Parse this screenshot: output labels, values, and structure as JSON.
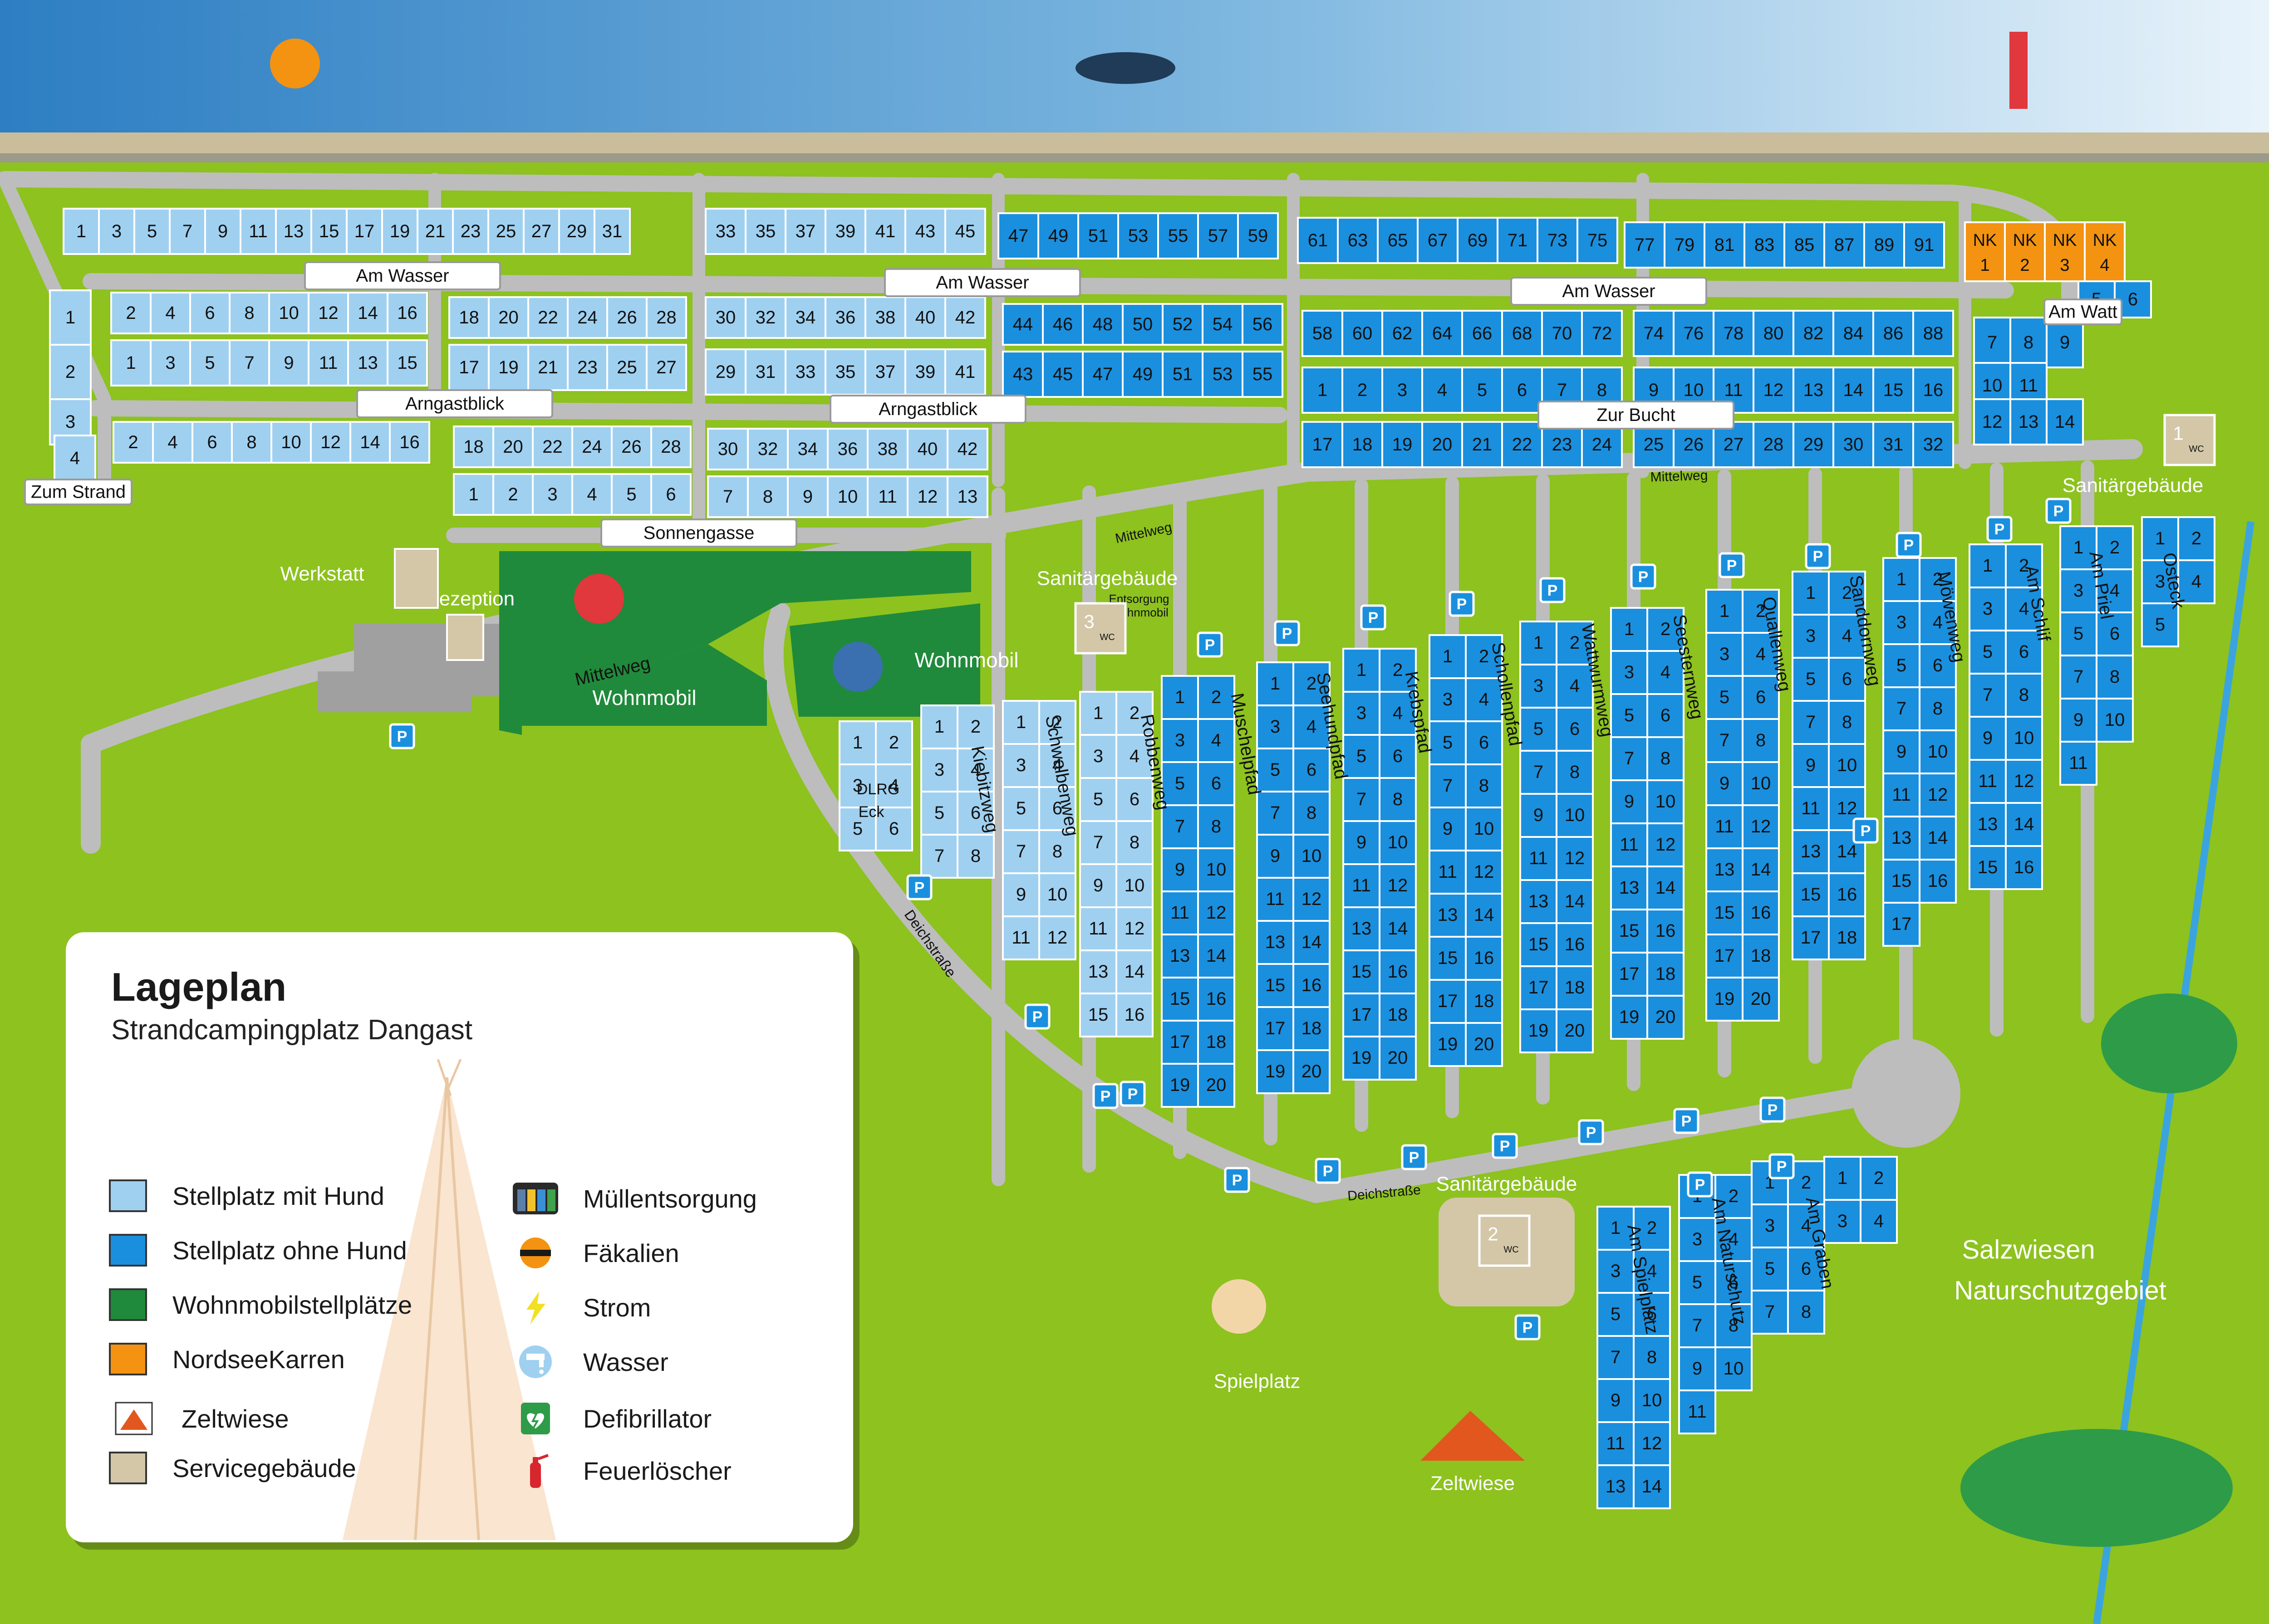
{
  "map": {
    "streets": {
      "am_wasser": "Am Wasser",
      "arngastblick": "Arngastblick",
      "sonnengasse": "Sonnengasse",
      "zur_bucht": "Zur Bucht",
      "am_watt": "Am Watt",
      "zum_strand": "Zum Strand",
      "mittelweg": "Mittelweg",
      "deichstrasse": "Deichstraße",
      "kiebitzweg": "Kiebitzweg",
      "schwalbenweg": "Schwalbenweg",
      "robbenweg": "Robbenweg",
      "muschelpfad": "Muschelpfad",
      "seehundpfad": "Seehundpfad",
      "krebspfad": "Krebspfad",
      "schollenpfad": "Schollenpfad",
      "wattwurmweg": "Wattwurmweg",
      "seesternweg": "Seesternweg",
      "quallenweg": "Quallenweg",
      "sanddornweg": "Sanddornweg",
      "moewenweg": "Möwenweg",
      "am_schlif": "Am Schlif",
      "am_priel": "Am Priel",
      "osteck": "Osteck",
      "am_spielplatz": "Am Spielplatz",
      "am_naturschutz": "Am Naturschutz",
      "am_graben": "Am Graben"
    },
    "places": {
      "werkstatt": "Werkstatt",
      "rezeption": "Rezeption",
      "wohnmobil": "Wohnmobil",
      "sanitaer": "Sanitärgebäude",
      "sanitaer_1": "1",
      "sanitaer_2": "2",
      "sanitaer_3": "3",
      "entsorgung_1": "Entsorgung",
      "entsorgung_2": "Wohnmobil",
      "spielplatz": "Spielplatz",
      "zeltwiese": "Zeltwiese",
      "salzwiesen_1": "Salzwiesen",
      "salzwiesen_2": "Naturschutzgebiet",
      "dlrg_1": "DLRG",
      "dlrg_2": "Eck",
      "wc": "WC",
      "parking": "P",
      "nk": "NK"
    },
    "colors": {
      "dog": "#9fd0f0",
      "no_dog": "#1a8fde",
      "camper": "#1f8a3b",
      "nordsee_karren": "#f39311",
      "service": "#d3c7a8",
      "grass": "#8dc21f",
      "road": "#bdbdbd",
      "sea_dark": "#2e7fc4",
      "sea_light": "#e4f1fa",
      "beach": "#c9bd9b"
    }
  },
  "legend": {
    "title": "Lageplan",
    "subtitle": "Strandcampingplatz Dangast",
    "items": [
      {
        "label": "Stellplatz mit Hund",
        "kind": "swatch",
        "color": "#9fd0f0"
      },
      {
        "label": "Stellplatz ohne Hund",
        "kind": "swatch",
        "color": "#1a8fde"
      },
      {
        "label": "Wohnmobilstellplätze",
        "kind": "swatch",
        "color": "#1f8a3b"
      },
      {
        "label": "NordseeKarren",
        "kind": "swatch",
        "color": "#f39311"
      },
      {
        "label": "Zeltwiese",
        "kind": "icon",
        "icon": "tent-icon"
      },
      {
        "label": "Servicegebäude",
        "kind": "swatch",
        "color": "#d3c7a8"
      },
      {
        "label": "Müllentsorgung",
        "kind": "icon",
        "icon": "waste-bins-icon"
      },
      {
        "label": "Fäkalien",
        "kind": "icon",
        "icon": "sewage-icon"
      },
      {
        "label": "Strom",
        "kind": "icon",
        "icon": "lightning-icon"
      },
      {
        "label": "Wasser",
        "kind": "icon",
        "icon": "water-tap-icon"
      },
      {
        "label": "Defibrillator",
        "kind": "icon",
        "icon": "defibrillator-icon"
      },
      {
        "label": "Feuerlöscher",
        "kind": "icon",
        "icon": "fire-extinguisher-icon"
      }
    ]
  }
}
